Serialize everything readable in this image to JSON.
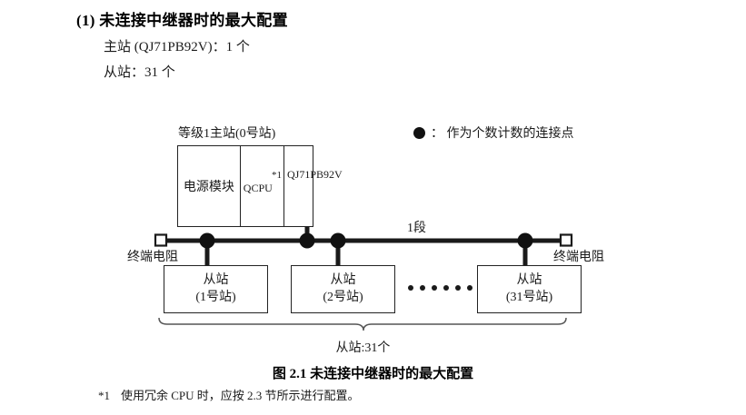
{
  "section": {
    "title": "(1) 未连接中继器时的最大配置",
    "specs": [
      "主站 (QJ71PB92V)：1 个",
      "从站：31 个"
    ]
  },
  "legend": {
    "symbol": "filled-circle",
    "text": "： 作为个数计数的连接点"
  },
  "diagram": {
    "master_label": "等级1主站(0号站)",
    "rack": {
      "power_module": "电源模块",
      "cpu": "QCPU",
      "cpu_footnote_mark": "*1",
      "master_module_line1": "QJ71",
      "master_module_line2": "PB92V"
    },
    "segment_label": "1段",
    "terminator_left": "终端电阻",
    "terminator_right": "终端电阻",
    "slaves": [
      {
        "name": "从站",
        "station": "(1号站)"
      },
      {
        "name": "从站",
        "station": "(2号站)"
      },
      {
        "name": "从站",
        "station": "(31号站)"
      }
    ],
    "ellipsis_dot_count": 6,
    "brace_caption": "从站:31个",
    "colors": {
      "line": "#1a1a1a",
      "node": "#111111",
      "box_border": "#222222",
      "brace": "#555555",
      "background": "#ffffff"
    }
  },
  "figure": {
    "caption": "图 2.1  未连接中继器时的最大配置"
  },
  "footnote": {
    "mark": "*1",
    "text": "使用冗余 CPU 时，应按 2.3 节所示进行配置。"
  }
}
